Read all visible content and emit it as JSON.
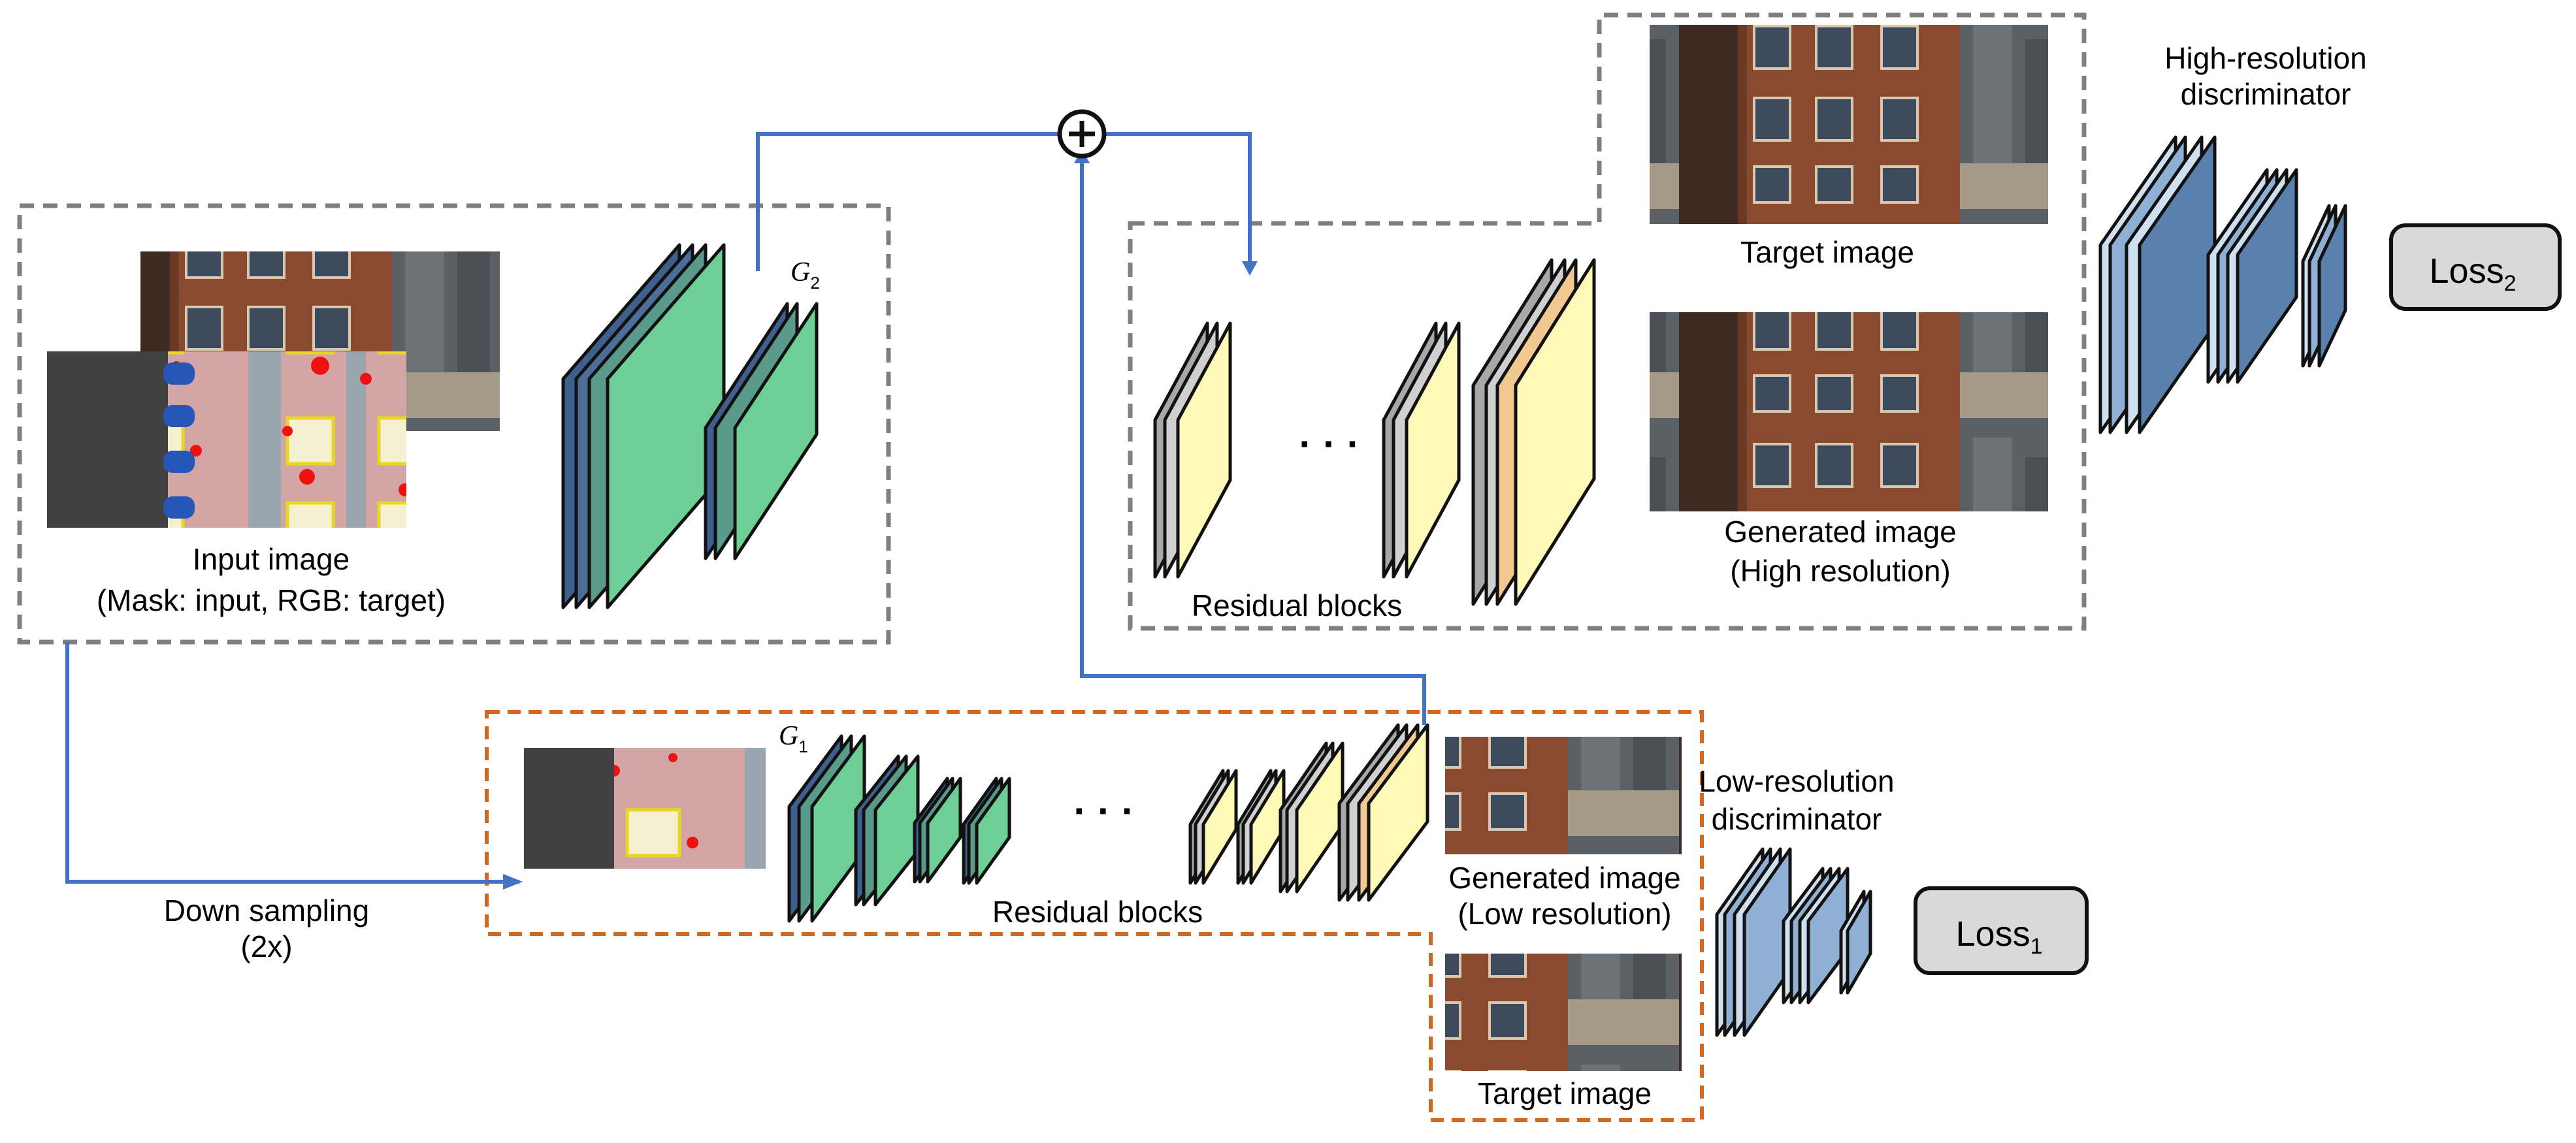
{
  "labels": {
    "input_image_line1": "Input image",
    "input_image_line2": "(Mask: input, RGB: target)",
    "down_sampling_line1": "Down sampling",
    "down_sampling_line2": "(2x)",
    "residual_blocks_low": "Residual blocks",
    "residual_blocks_high": "Residual blocks",
    "target_image_high": "Target image",
    "generated_high_line1": "Generated image",
    "generated_high_line2": "(High resolution)",
    "generated_low_line1": "Generated image",
    "generated_low_line2": "(Low resolution)",
    "target_image_low": "Target image",
    "hr_disc_line1": "High-resolution",
    "hr_disc_line2": "discriminator",
    "lr_disc_line1": "Low-resolution",
    "lr_disc_line2": "discriminator",
    "g1_main": "G",
    "g1_sub": "1",
    "g2_main": "G",
    "g2_sub": "2",
    "loss1_main": "Loss",
    "loss1_sub": "1",
    "loss2_main": "Loss",
    "loss2_sub": "2",
    "ellipsis_low": "· · ·",
    "ellipsis_high": "· · ·"
  },
  "colors": {
    "encoder_green": "#6ecf96",
    "encoder_edge_blue": "#3f5f8c",
    "residual_yellow": "#fffab8",
    "residual_edge_gray": "#a8a8a8",
    "discriminator_blue": "#5a80ad",
    "discriminator_light": "#cfe0f0",
    "arrow_blue": "#4472c4",
    "gray_dashed_box": "#7f7f7f",
    "orange_dashed_box": "#d2691e",
    "loss_box_fill": "#d9d9d9"
  }
}
